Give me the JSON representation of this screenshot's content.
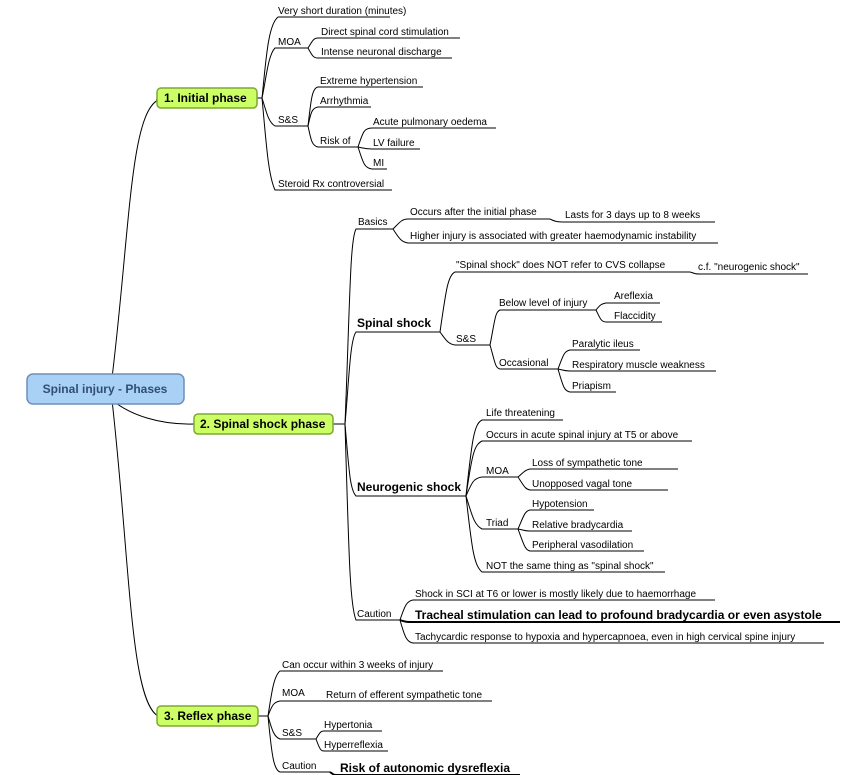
{
  "root": "Spinal injury - Phases",
  "p1": {
    "title": "1. Initial phase",
    "duration": "Very short duration (minutes)",
    "moa": "MOA",
    "moa1": "Direct spinal cord stimulation",
    "moa2": "Intense neuronal discharge",
    "ss": "S&S",
    "ss1": "Extreme hypertension",
    "ss2": "Arrhythmia",
    "risk": "Risk of",
    "risk1": "Acute pulmonary oedema",
    "risk2": "LV failure",
    "risk3": "MI",
    "steroid": "Steroid Rx controversial"
  },
  "p2": {
    "title": "2. Spinal shock phase",
    "basics": "Basics",
    "b1": "Occurs after the initial phase",
    "b1a": "Lasts for 3 days up to 8 weeks",
    "b2": "Higher injury is associated with greater haemodynamic instability",
    "spinal": "Spinal shock",
    "sp1": "\"Spinal shock\" does NOT refer to CVS collapse",
    "sp1a": "c.f. \"neurogenic shock\"",
    "sss": "S&S",
    "below": "Below level of injury",
    "below1": "Areflexia",
    "below2": "Flaccidity",
    "occ": "Occasional",
    "occ1": "Paralytic ileus",
    "occ2": "Respiratory muscle weakness",
    "occ3": "Priapism",
    "neuro": "Neurogenic shock",
    "n1": "Life threatening",
    "n2": "Occurs in acute spinal injury at T5 or above",
    "nmoa": "MOA",
    "nmoa1": "Loss of sympathetic tone",
    "nmoa2": "Unopposed vagal tone",
    "triad": "Triad",
    "t1": "Hypotension",
    "t2": "Relative bradycardia",
    "t3": "Peripheral vasodilation",
    "n3": "NOT the same thing as \"spinal shock\"",
    "caution": "Caution",
    "c1": "Shock in SCI at T6 or lower is mostly likely due to haemorrhage",
    "c2": "Tracheal stimulation can lead to profound bradycardia or even asystole",
    "c3": "Tachycardic response to hypoxia and hypercapnoea, even in high cervical spine injury"
  },
  "p3": {
    "title": "3. Reflex phase",
    "r1": "Can occur within 3 weeks of injury",
    "moa": "MOA",
    "moa1": "Return of efferent sympathetic tone",
    "ss": "S&S",
    "ss1": "Hypertonia",
    "ss2": "Hyperreflexia",
    "caution": "Caution",
    "caution1": "Risk of autonomic dysreflexia"
  },
  "colors": {
    "root_fill": "#a9d0f5",
    "root_stroke": "#6f8fb8",
    "phase_fill": "#ccff66",
    "phase_stroke": "#7fa832"
  }
}
